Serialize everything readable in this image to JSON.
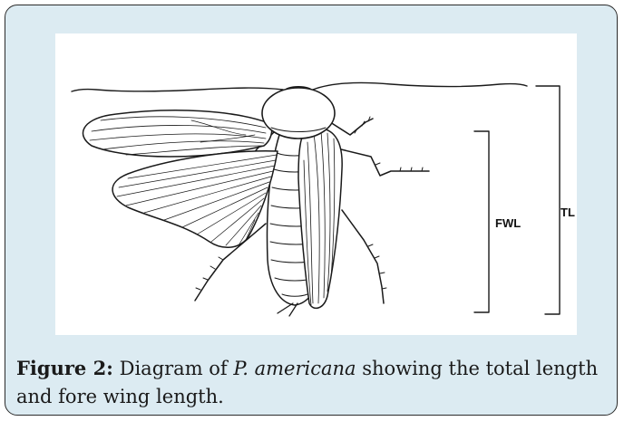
{
  "figure": {
    "diagram": {
      "labels": {
        "fore_wing_length": "FWL",
        "total_length": "TL"
      }
    },
    "caption": {
      "label": "Figure 2:",
      "text_before": " Diagram of ",
      "species": "P. americana",
      "text_after": " showing the total length and fore wing length."
    }
  }
}
